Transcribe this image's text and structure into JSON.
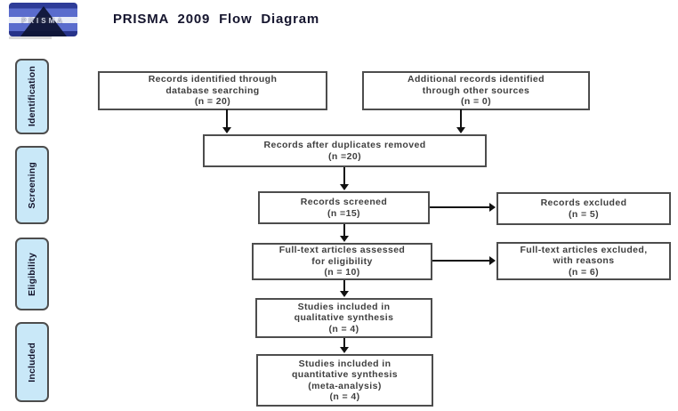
{
  "header": {
    "title": "PRISMA 2009 Flow Diagram",
    "logo_text": "PRISMA"
  },
  "stages": [
    {
      "label": "Identification"
    },
    {
      "label": "Screening"
    },
    {
      "label": "Eligibility"
    },
    {
      "label": "Included"
    }
  ],
  "flow": {
    "boxes": [
      {
        "name": "records-identified",
        "text": "Records identified through\ndatabase searching\n(n = 20)"
      },
      {
        "name": "additional-records",
        "text": "Additional records identified\nthrough other sources\n(n = 0)"
      },
      {
        "name": "after-duplicates",
        "text": "Records after duplicates removed\n(n =20)"
      },
      {
        "name": "records-screened",
        "text": "Records screened\n(n =15)"
      },
      {
        "name": "records-excluded",
        "text": "Records excluded\n(n = 5)"
      },
      {
        "name": "fulltext-assessed",
        "text": "Full-text articles assessed\nfor eligibility\n(n = 10)"
      },
      {
        "name": "fulltext-excluded",
        "text": "Full-text articles excluded,\nwith reasons\n(n = 6)"
      },
      {
        "name": "qualitative-included",
        "text": "Studies included in\nqualitative synthesis\n(n = 4)"
      },
      {
        "name": "quantitative-included",
        "text": "Studies included in\nquantitative synthesis\n(meta-analysis)\n(n = 4)"
      }
    ]
  },
  "colors": {
    "stage_fill": "#c9e8f8",
    "box_border": "#4d4d4d",
    "arrow": "#111111",
    "title_text": "#15152e",
    "logo_blue": "#5a6ccd",
    "logo_dark_blue": "#2e3c98",
    "logo_pyramid": "#0d1432"
  }
}
